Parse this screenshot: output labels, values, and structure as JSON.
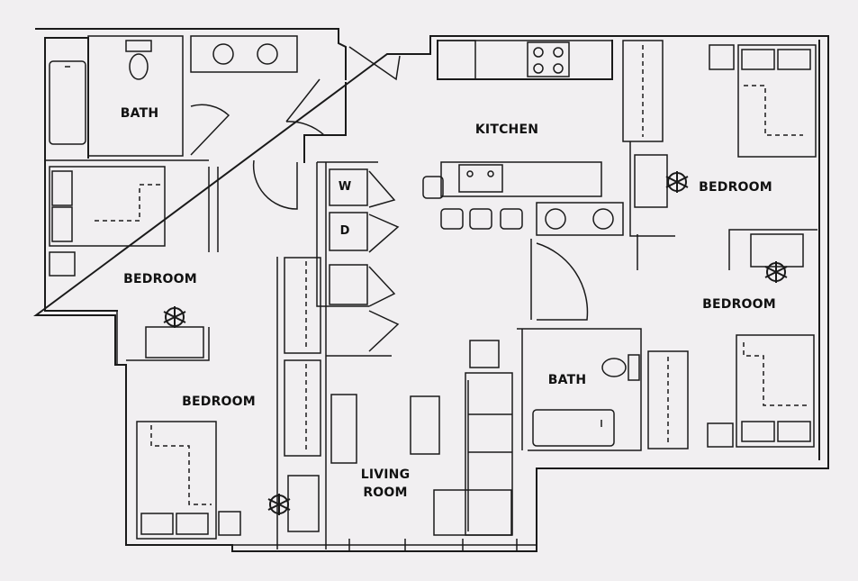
{
  "rooms": {
    "bath_top": "BATH",
    "bedroom_left_upper": "BEDROOM",
    "bedroom_left_lower": "BEDROOM",
    "kitchen": "KITCHEN",
    "bedroom_right_upper": "BEDROOM",
    "bedroom_right_lower": "BEDROOM",
    "bath_center": "BATH",
    "living_room_line1": "LIVING",
    "living_room_line2": "ROOM"
  },
  "appliances": {
    "washer": "W",
    "dryer": "D"
  },
  "colors": {
    "background": "#f1eff1",
    "line": "#1a1a1a"
  }
}
